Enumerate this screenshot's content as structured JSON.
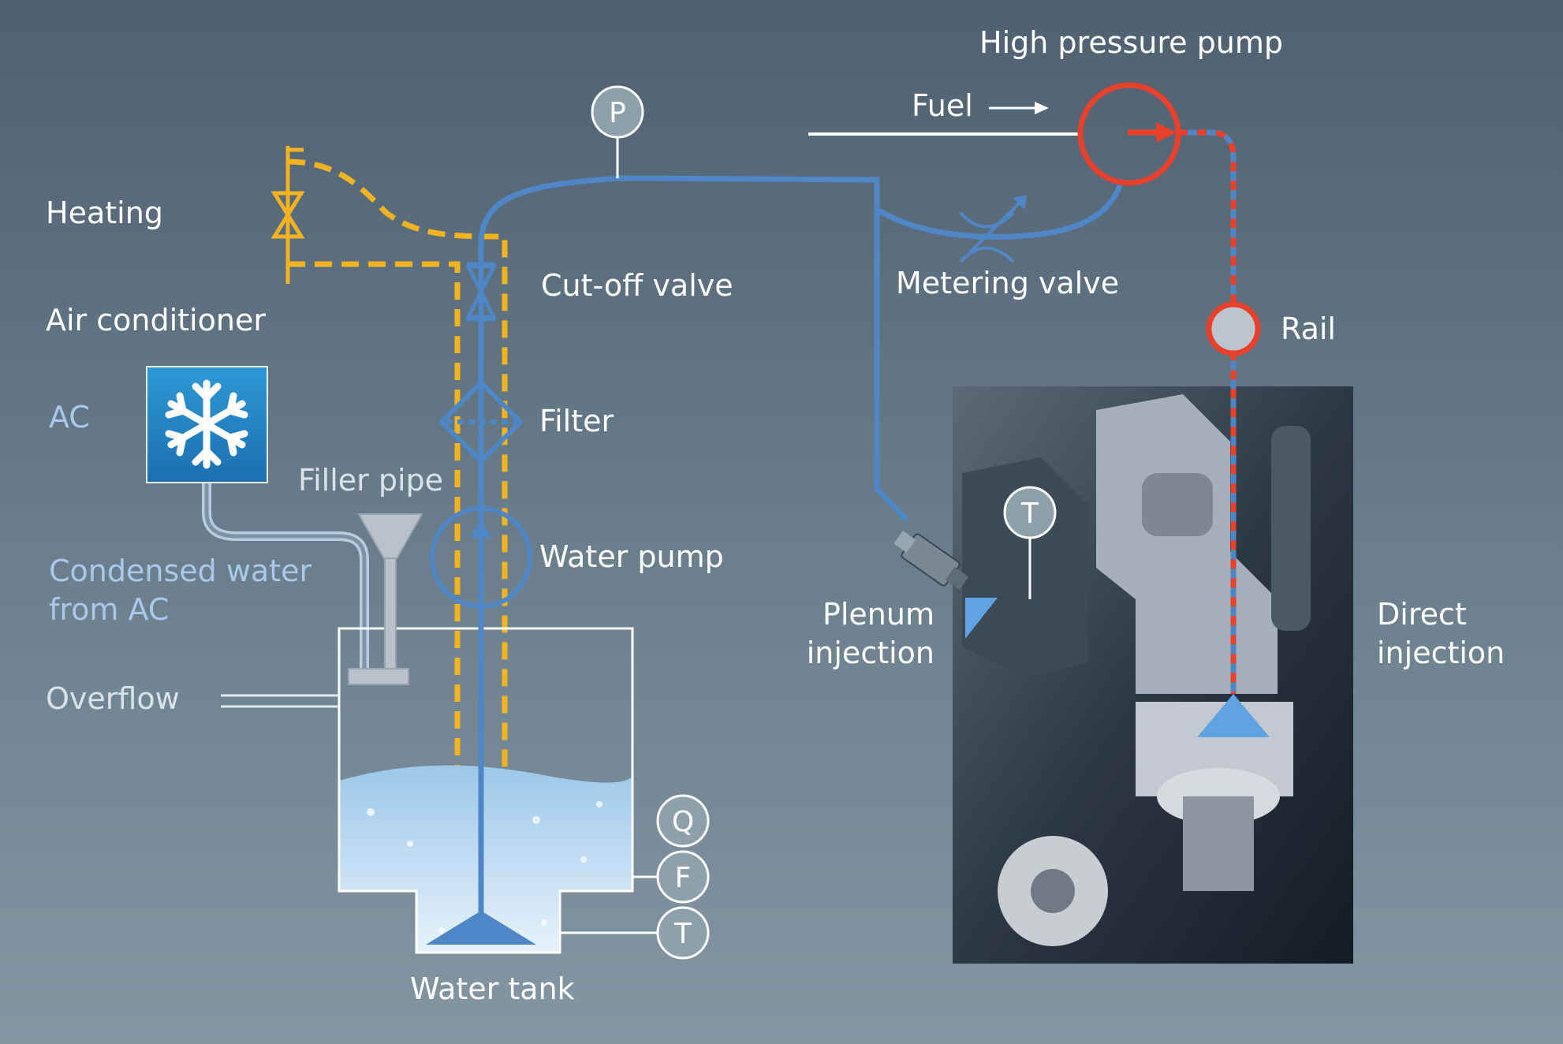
{
  "labels": {
    "high_pressure_pump": "High pressure pump",
    "fuel": "Fuel",
    "heating": "Heating",
    "air_conditioner": "Air conditioner",
    "ac": "AC",
    "cut_off_valve": "Cut-off valve",
    "metering_valve": "Metering valve",
    "rail": "Rail",
    "filter": "Filter",
    "filler_pipe": "Filler pipe",
    "water_pump": "Water pump",
    "condensed_water": "Condensed water\nfrom AC",
    "overflow": "Overflow",
    "plenum_injection": "Plenum\ninjection",
    "direct_injection": "Direct\ninjection",
    "water_tank": "Water tank"
  },
  "sensors": {
    "pressure": "P",
    "engine_temp": "T",
    "quality": "Q",
    "fill_level": "F",
    "tank_temp": "T"
  },
  "colors": {
    "water_line": "#4f86c6",
    "heating_line": "#f2b320",
    "fuel_line": "#e8402a",
    "fuel_feed": "#ffffff",
    "condensate_line": "#b8cde4"
  },
  "icons": {
    "ac_box": "snowflake-icon"
  }
}
